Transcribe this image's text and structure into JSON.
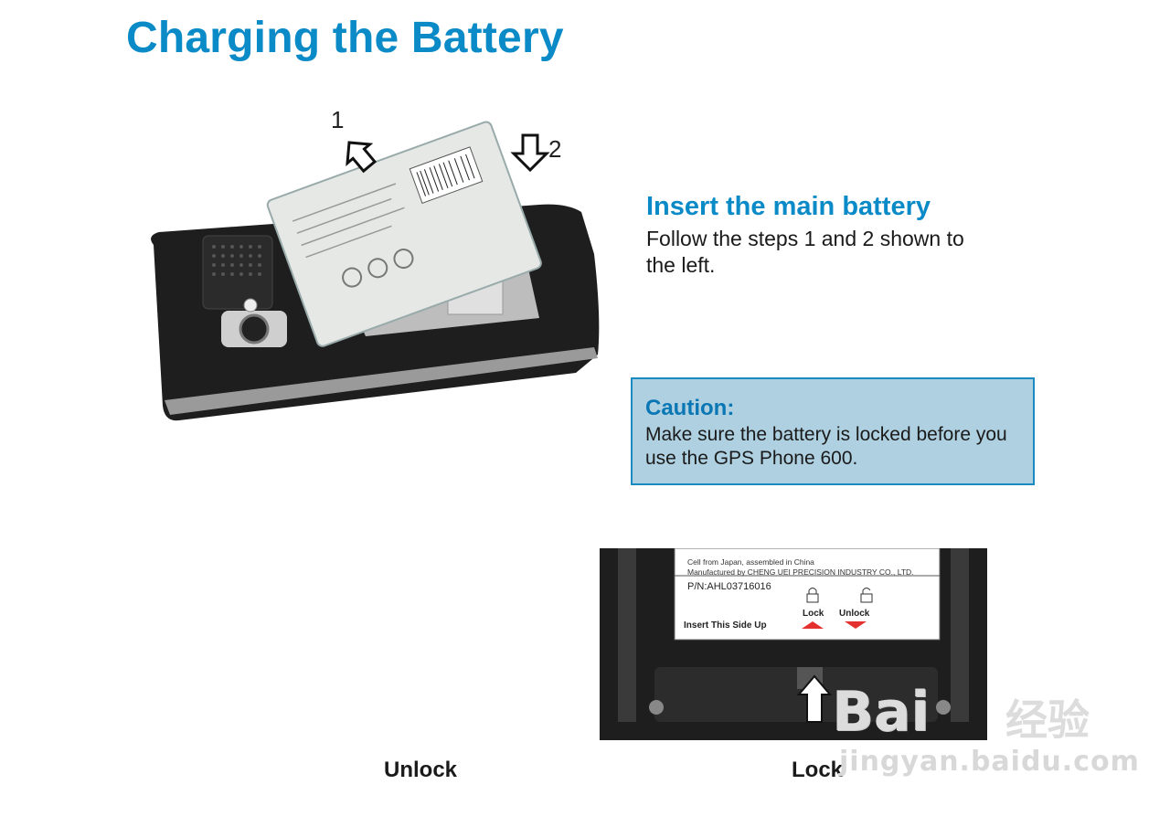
{
  "page": {
    "title": "Charging the Battery"
  },
  "figure_top": {
    "step1": "1",
    "step2": "2",
    "arrow_icons": [
      "arrow-up-left-icon",
      "arrow-down-icon"
    ]
  },
  "instructions": {
    "heading": "Insert the main battery",
    "body": "Follow the steps 1 and 2 shown to the left."
  },
  "caution": {
    "heading": "Caution:",
    "body": "Make sure the battery is locked before you use the GPS Phone 600."
  },
  "battery_label": {
    "line1": "Cell from Japan, assembled in China",
    "line2": "Manufactured by CHENG UEI PRECISION INDUSTRY CO., LTD.",
    "part_number": "P/N:AHL03716016",
    "lock": "Lock",
    "unlock": "Unlock",
    "insert_side": "Insert This Side Up"
  },
  "captions": {
    "unlock": "Unlock",
    "lock": "Lock"
  },
  "watermark": {
    "brand": "Bai",
    "brand_cn": "经验",
    "url": "jingyan.baidu.com"
  },
  "colors": {
    "accent": "#0a8ac6",
    "caution_bg": "#aed0e0",
    "caution_border": "#1a8ac2"
  }
}
